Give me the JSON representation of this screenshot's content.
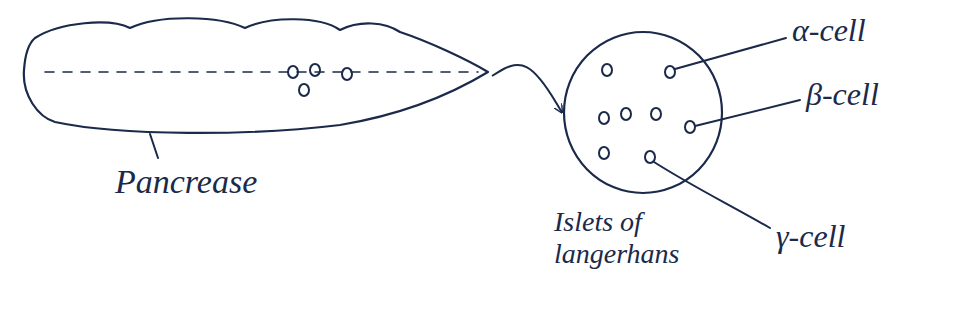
{
  "diagram": {
    "nodes": [
      {
        "text": [
          "Pancrease"
        ]
      },
      {
        "text": [
          "Islets of langerhans"
        ]
      }
    ],
    "edges": [
      {
        "from": 0,
        "to": 1,
        "arrow": "to"
      }
    ],
    "labels": [
      "α-cell",
      "β-cell",
      "γ-cell"
    ]
  }
}
